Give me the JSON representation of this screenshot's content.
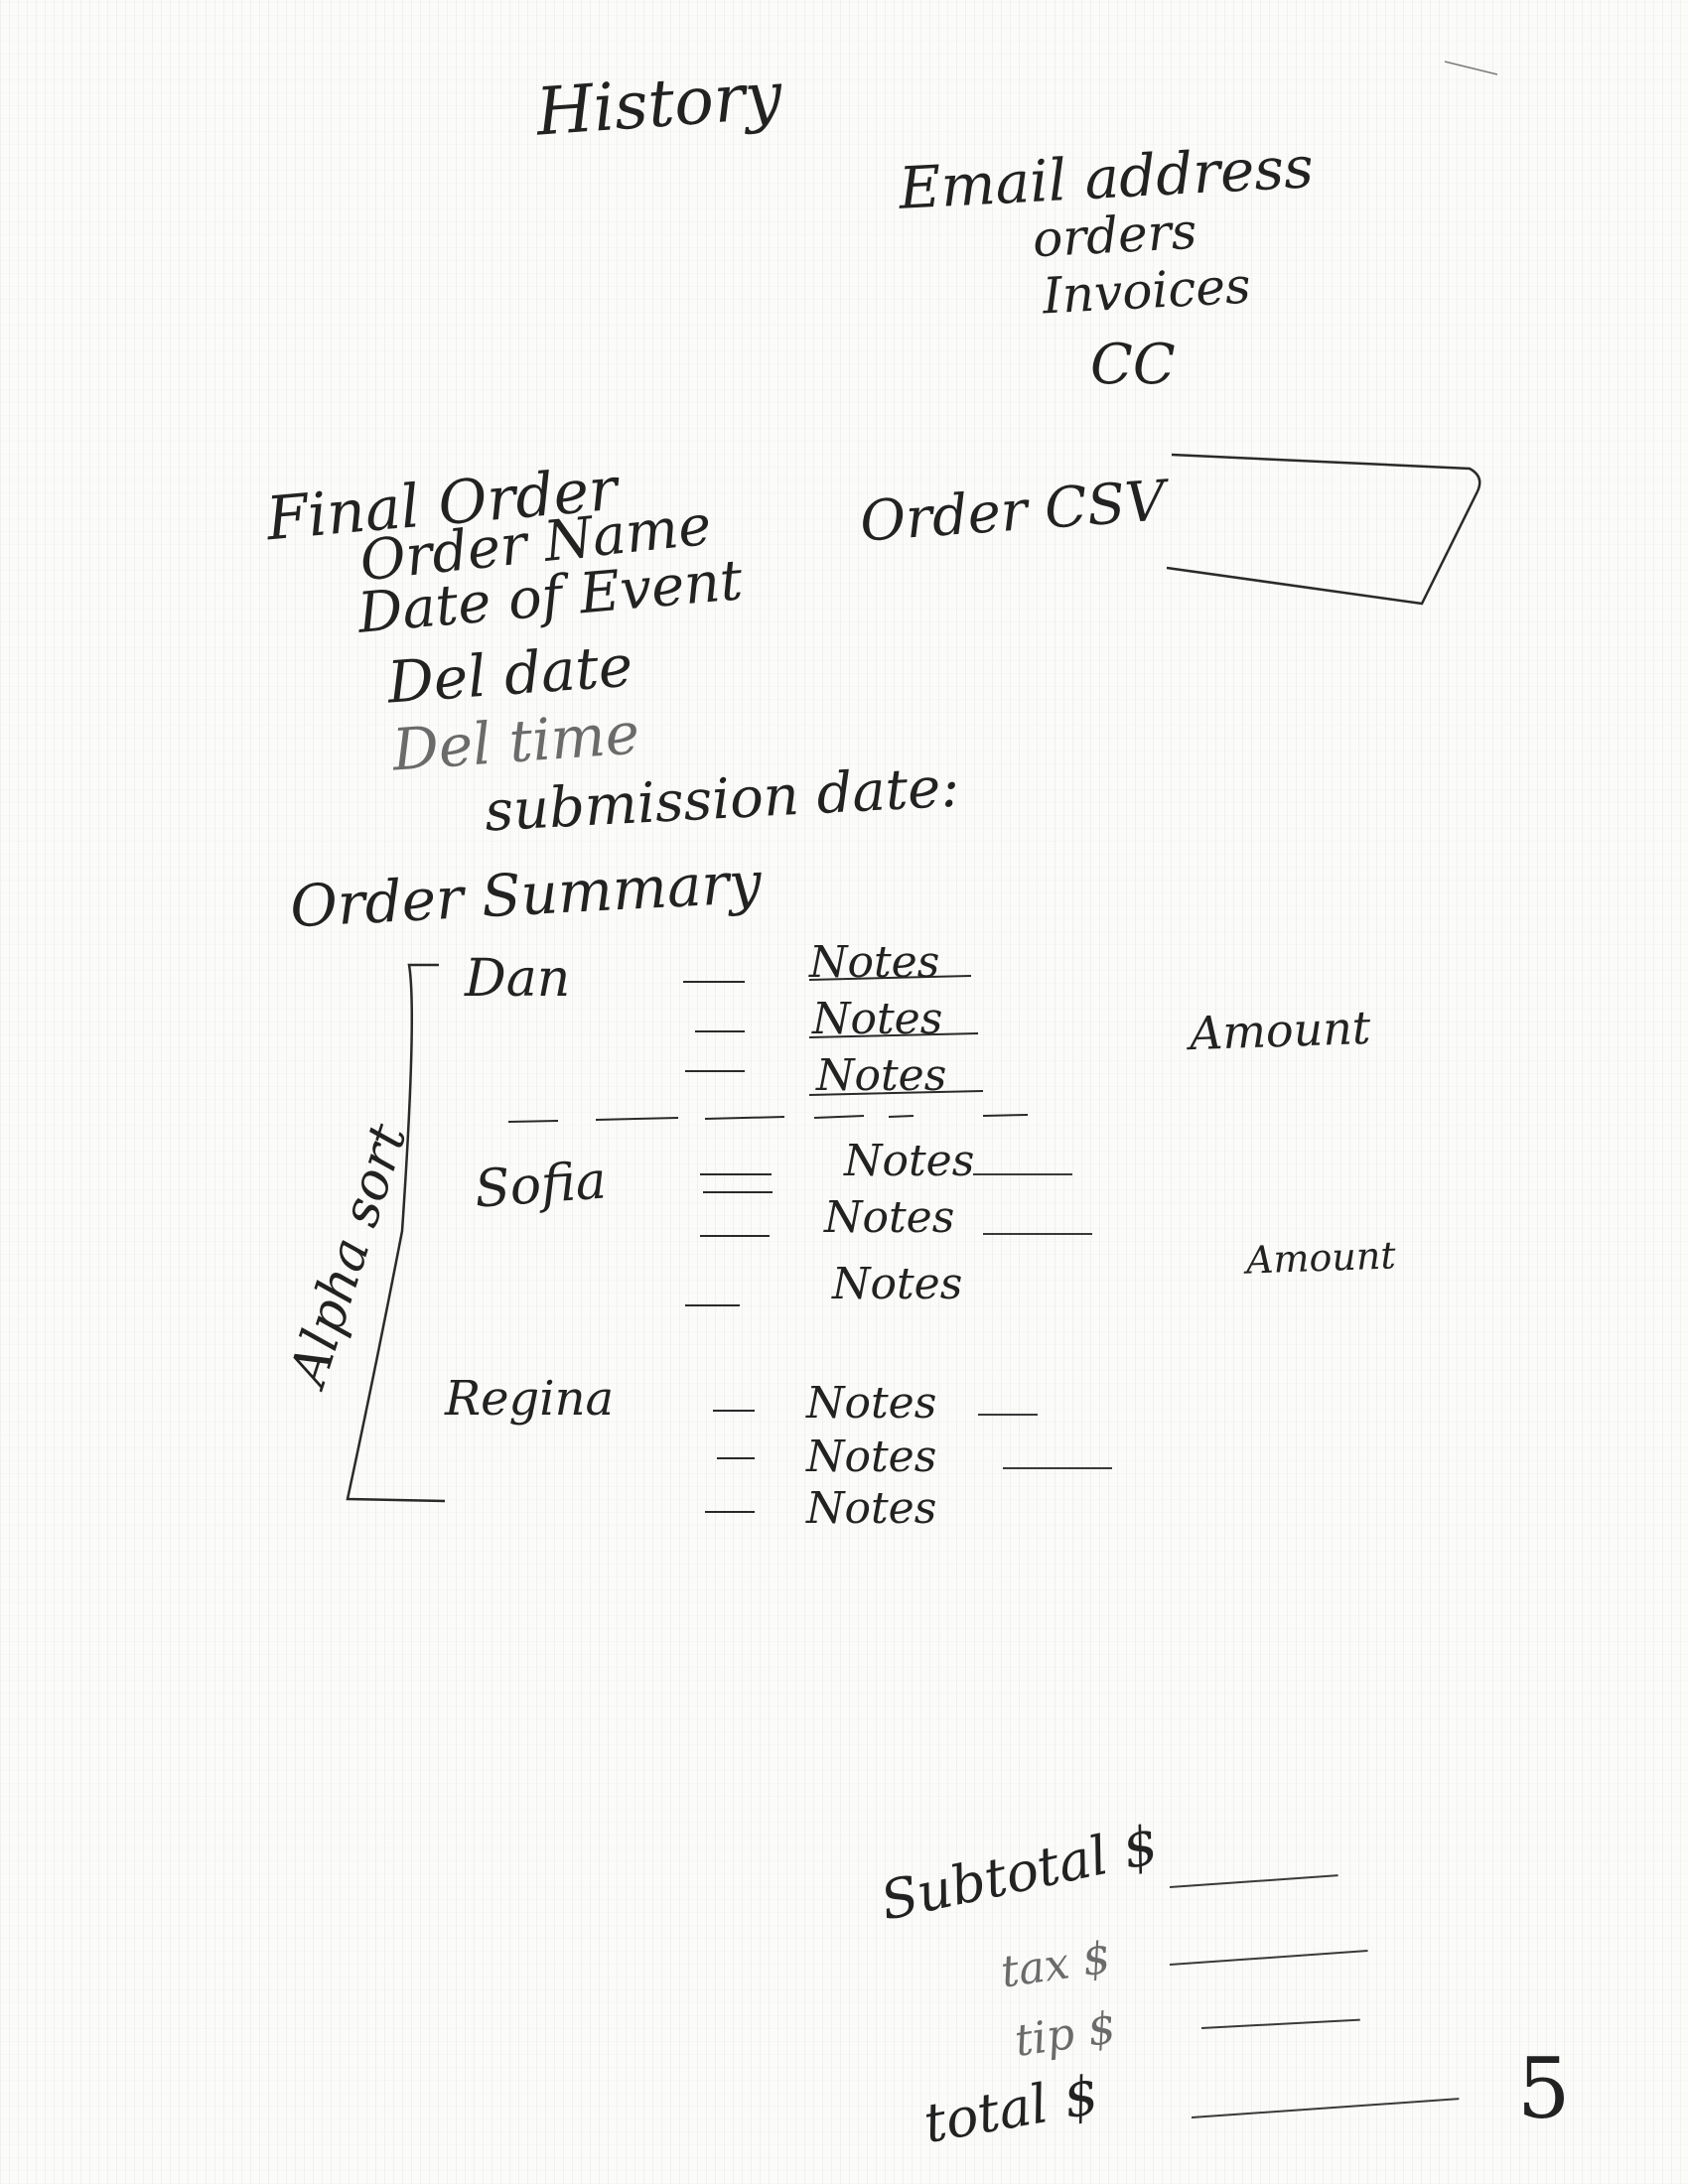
{
  "heading": "History",
  "history_items": [
    "Email address",
    "orders",
    "Invoices",
    "CC"
  ],
  "final_order": {
    "title": "Final Order",
    "order_name_label": "Order Name",
    "order_csv_label": "Order CSV",
    "fields": [
      "Date of Event",
      "Del date",
      "Del time",
      "submission date:"
    ]
  },
  "order_summary_label": "Order Summary",
  "side_label": "Alpha sort",
  "groups": [
    {
      "name": "Dan",
      "notes": [
        "Notes",
        "Notes",
        "Notes"
      ],
      "amount": "Amount"
    },
    {
      "name": "Sofia",
      "notes": [
        "Notes",
        "Notes",
        "Notes"
      ],
      "amount": "Amount"
    },
    {
      "name": "Regina",
      "notes": [
        "Notes",
        "Notes",
        "Notes"
      ]
    }
  ],
  "totals": {
    "subtotal": "Subtotal $",
    "tax": "tax $",
    "tip": "tip $",
    "total": "total $"
  },
  "page_number": "5"
}
